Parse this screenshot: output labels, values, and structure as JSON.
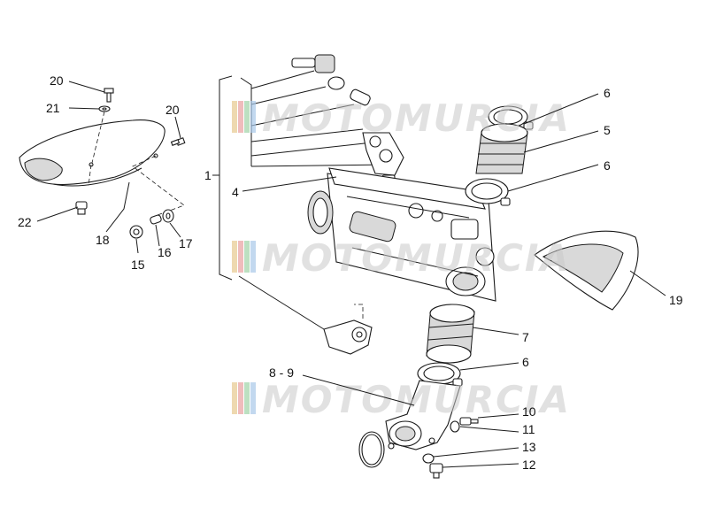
{
  "watermark": {
    "text": "MOTOMURCIA",
    "stripe_colors": [
      "#e7c98f",
      "#e8a0a0",
      "#9fd3a6",
      "#a8c8e8"
    ]
  },
  "callouts": {
    "c1": "1",
    "c4": "4",
    "c5": "5",
    "c6a": "6",
    "c6b": "6",
    "c6c": "6",
    "c7": "7",
    "c8_9": "8 - 9",
    "c10": "10",
    "c11": "11",
    "c12": "12",
    "c13": "13",
    "c15": "15",
    "c16": "16",
    "c17": "17",
    "c18": "18",
    "c19": "19",
    "c20a": "20",
    "c20b": "20",
    "c21": "21",
    "c22": "22"
  }
}
